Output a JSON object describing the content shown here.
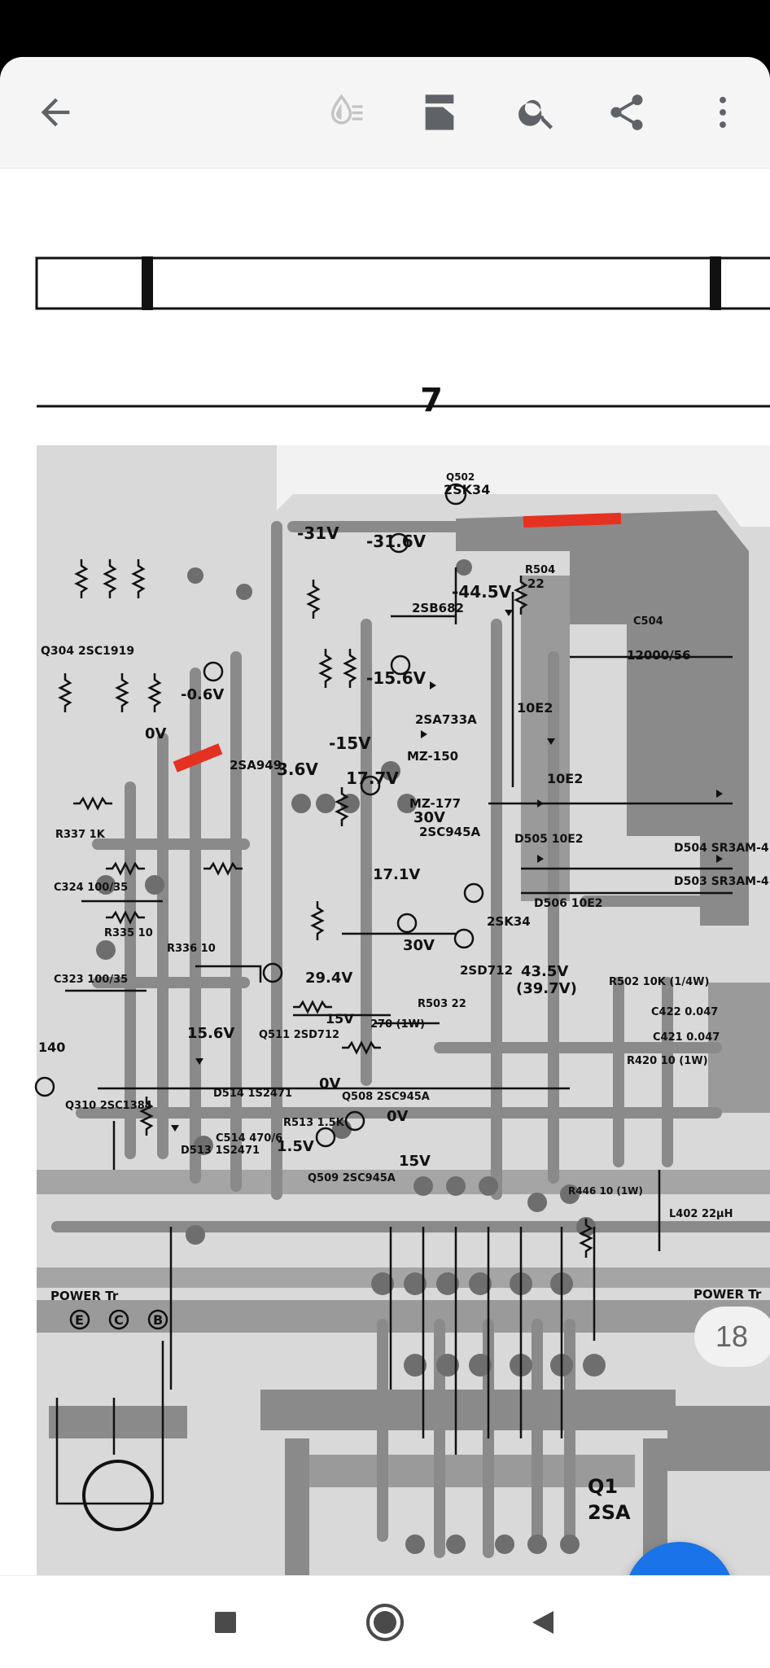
{
  "document": {
    "page_header_number": "7",
    "page_indicator": "18"
  },
  "icons": {
    "back": "arrow-left-icon",
    "reading_mode": "reading-mode-icon",
    "page_view": "page-view-icon",
    "search": "search-icon",
    "share": "share-icon",
    "more": "more-vert-icon",
    "edit": "pencil-icon"
  },
  "schematic_labels": {
    "q502": "Q502",
    "q502_part": "2SK34",
    "v31": "-31V",
    "v31_6": "-31.6V",
    "v44_5": "-44.5V",
    "r504": "R504",
    "r504_val": "22",
    "c504": "C504",
    "c504_val": "12000/56",
    "q504_part": "2SB682",
    "v15_6": "-15.6V",
    "q506_part": "2SA733A",
    "d508_part": "10E2",
    "v15": "-15V",
    "mz150": "MZ-150",
    "v3_6": "3.6V",
    "v17_7": "17.7V",
    "mz177": "MZ-177",
    "v30": "30V",
    "q505_part": "2SC945A",
    "d507_part": "10E2",
    "q304": "Q304 2SC1919",
    "v0_6": "-0.6V",
    "v0": "0V",
    "q306_part": "2SA949",
    "d504": "D504 SR3AM-4",
    "d503": "D503 SR3AM-4",
    "v17_1": "17.1V",
    "d505": "D505 10E2",
    "d506": "D506 10E2",
    "q501_part": "2SK34",
    "v30b": "30V",
    "v29_4": "29.4V",
    "q503_part": "2SD712",
    "v43_5": "43.5V",
    "v39_7": "(39.7V)",
    "r502": "R502 10K (1/4W)",
    "c422": "C422 0.047",
    "c421": "C421 0.047",
    "r420": "R420 10 (1W)",
    "v15_6b": "15.6V",
    "q511": "Q511 2SD712",
    "v15b": "15V",
    "r511": "270 (1W)",
    "r503": "R503 22",
    "r336": "R336 10",
    "r335": "R335 10",
    "c323": "C323 100/35",
    "c324": "C324 100/35",
    "r337": "R337 1K",
    "q310": "Q310 2SC1384",
    "d514": "D514 1S2471",
    "d513": "D513 1S2471",
    "q508": "Q508 2SC945A",
    "q509": "Q509 2SC945A",
    "v0b": "0V",
    "v0c": "0V",
    "v15c": "1.5V",
    "v15d": "15V",
    "r513": "R513 1.5K",
    "c514": "C514 470/6",
    "r446": "R446 10 (1W)",
    "l402": "L402 22µH",
    "power_tr_left": "POWER Tr",
    "power_tr_right": "POWER Tr",
    "q1": "Q1",
    "q1_part": "2SA",
    "e": "E",
    "c": "C",
    "b": "B",
    "v140": "140"
  },
  "colors": {
    "accent": "#1a73e8",
    "toolbar_bg": "#f5f5f5",
    "icon_gray": "#5f6368",
    "highlight_red": "#e53122",
    "trace_gray": "#8a8a8a"
  }
}
